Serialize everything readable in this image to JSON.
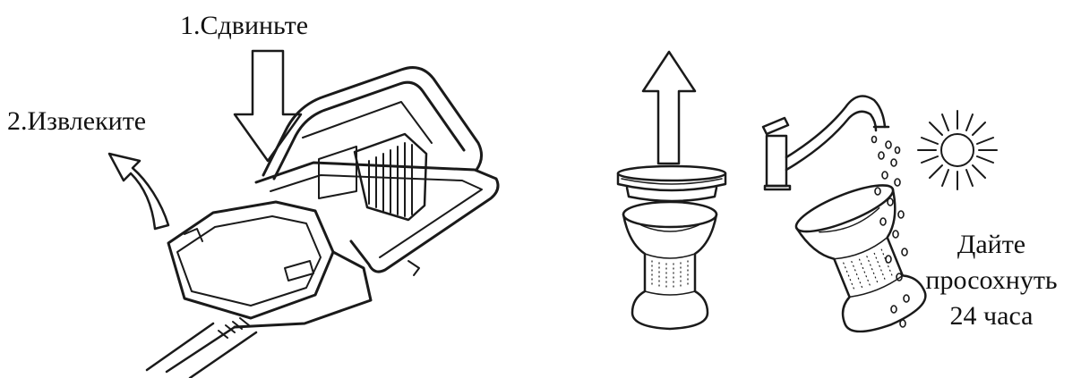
{
  "steps": {
    "step1_label": "1.Сдвиньте",
    "step2_label": "2.Извлеките"
  },
  "dry_note": {
    "line1": "Дайте",
    "line2": "просохнуть",
    "line3": "24 часа"
  },
  "colors": {
    "ink": "#1a1a1a",
    "background": "#ffffff"
  },
  "icons": [
    "down-arrow-icon",
    "curved-arrow-icon",
    "vacuum-body-icon",
    "up-arrow-icon",
    "filter-cup-icon",
    "faucet-icon",
    "water-drops-icon",
    "sun-icon"
  ]
}
